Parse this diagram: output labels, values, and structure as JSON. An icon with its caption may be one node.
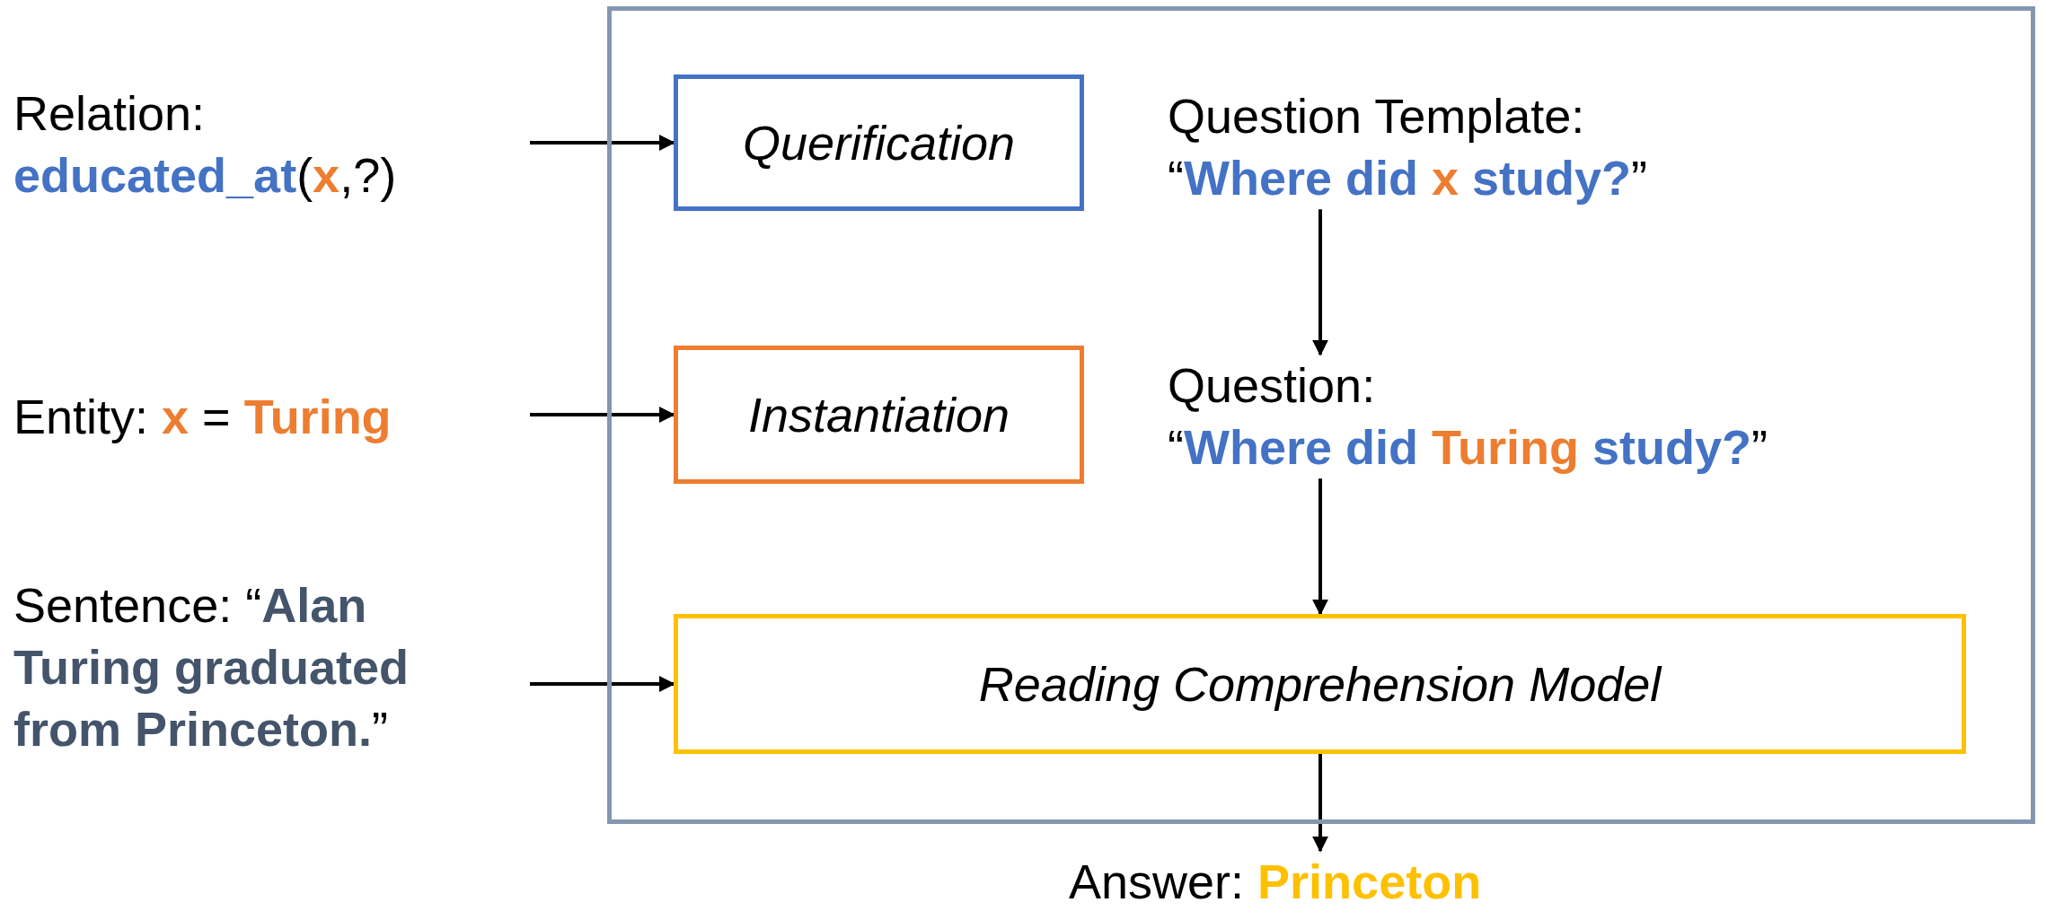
{
  "diagram": {
    "nodes": [
      {
        "text": [
          "Relation:",
          "**educated_at**(**x**,?)"
        ]
      },
      {
        "text": [],
        "shape": "box"
      },
      {
        "text": [
          "Querification"
        ],
        "in": 1
      },
      {
        "text": [
          "Question Template:",
          "“**Where did** **x** **study?**”"
        ],
        "in": 1
      },
      {
        "text": [
          "Entity: **x** = **Turing**"
        ]
      },
      {
        "text": [
          "Instantiation"
        ],
        "in": 1
      },
      {
        "text": [
          "Question:",
          "“**Where did** **Turing** **study?**”"
        ],
        "in": 1
      },
      {
        "text": [
          "Sentence: “**Alan Turing graduated from Princeton.**”"
        ]
      },
      {
        "text": [
          "Reading Comprehension Model"
        ],
        "in": 1
      },
      {
        "text": [
          "Answer: **Princeton**"
        ]
      }
    ],
    "edges": [
      {
        "from": 0,
        "to": 2,
        "arrow": "to"
      },
      {
        "from": 3,
        "to": 6,
        "arrow": "to"
      },
      {
        "from": 4,
        "to": 5,
        "arrow": "to"
      },
      {
        "from": 6,
        "to": 8,
        "arrow": "to"
      },
      {
        "from": 7,
        "to": 8,
        "arrow": "to"
      },
      {
        "from": 8,
        "to": 9,
        "arrow": "to"
      }
    ]
  }
}
